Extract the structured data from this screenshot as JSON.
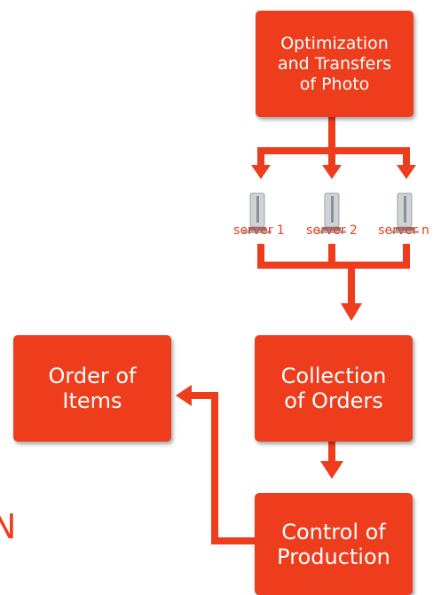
{
  "diagram": {
    "top_box": {
      "lines": [
        "Optimization",
        "and Transfers",
        "of Photo"
      ]
    },
    "servers": [
      {
        "label": "server 1"
      },
      {
        "label": "server 2"
      },
      {
        "label": "server n"
      }
    ],
    "collection_box": {
      "lines": [
        "Collection",
        "of Orders"
      ]
    },
    "order_box": {
      "lines": [
        "Order of",
        "Items"
      ]
    },
    "control_box": {
      "lines": [
        "Control of",
        "Production"
      ]
    },
    "partial_letter": "N"
  },
  "colors": {
    "box": "#ee3d1c",
    "connector": "#ee3d1c",
    "text": "#ffffff"
  }
}
